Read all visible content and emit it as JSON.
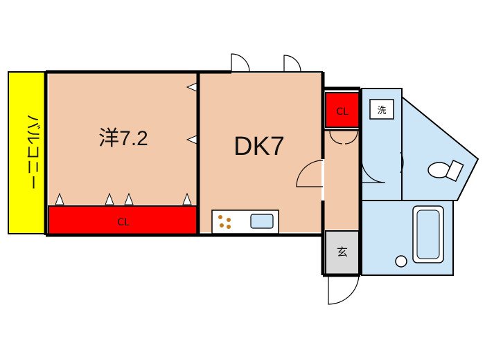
{
  "rooms": {
    "western_room": {
      "label": "洋7.2"
    },
    "dk": {
      "label": "DK7"
    },
    "closet_main": {
      "label": "CL"
    },
    "closet_small": {
      "label": "CL"
    },
    "balcony": {
      "label": "バルコニー"
    },
    "entrance": {
      "label": "玄"
    },
    "washer": {
      "label": "洗"
    }
  },
  "colors": {
    "floor": "#f2c9aa",
    "closet": "#ff0000",
    "balcony": "#ffff00",
    "wet_area": "#cde6f7",
    "entrance_floor": "#d9d9d9",
    "wall": "#000000"
  },
  "icons": [
    "toilet-icon",
    "bathtub-icon",
    "kitchen-sink-icon",
    "stove-icon"
  ]
}
